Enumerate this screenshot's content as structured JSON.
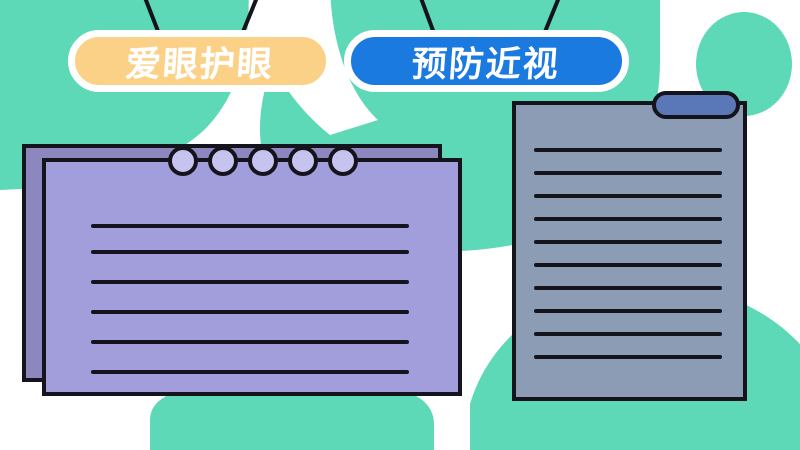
{
  "poster": {
    "title_bar": {
      "badges": [
        {
          "id": "love-eyes",
          "label": "爱眼护眼",
          "fill_color": "#fbd188",
          "text_color": "#ffffff",
          "outline_color": "#ffffff",
          "icon": "hanging-string-icon"
        },
        {
          "id": "prevent-myopia",
          "label": "预防近视",
          "fill_color": "#1a7ae0",
          "text_color": "#ffffff",
          "outline_color": "#ffffff",
          "icon": "hanging-string-icon"
        }
      ]
    },
    "background": {
      "base_color": "#ffffff",
      "blob_color": "#5dd9b8",
      "shapes": [
        "left-teal-blob",
        "center-teal-blob",
        "right-teal-blob",
        "top-right-teal-circle",
        "bottom-center-teal-blob",
        "bottom-right-teal-blob"
      ]
    },
    "purple_note_stack": {
      "name": "lined-note-pad",
      "back_sheet_color": "#8c87bf",
      "front_sheet_color": "#a29ddb",
      "outline_color": "#15141c",
      "ring_color": "#c7c3ef",
      "ring_count": 5,
      "line_count": 6,
      "lines": [
        "",
        "",
        "",
        "",
        "",
        ""
      ]
    },
    "gray_document": {
      "name": "lined-document",
      "sheet_color": "#8b9cb4",
      "tab_color": "#5a78b7",
      "outline_color": "#15141c",
      "line_count": 10,
      "lines": [
        "",
        "",
        "",
        "",
        "",
        "",
        "",
        "",
        "",
        ""
      ]
    }
  }
}
